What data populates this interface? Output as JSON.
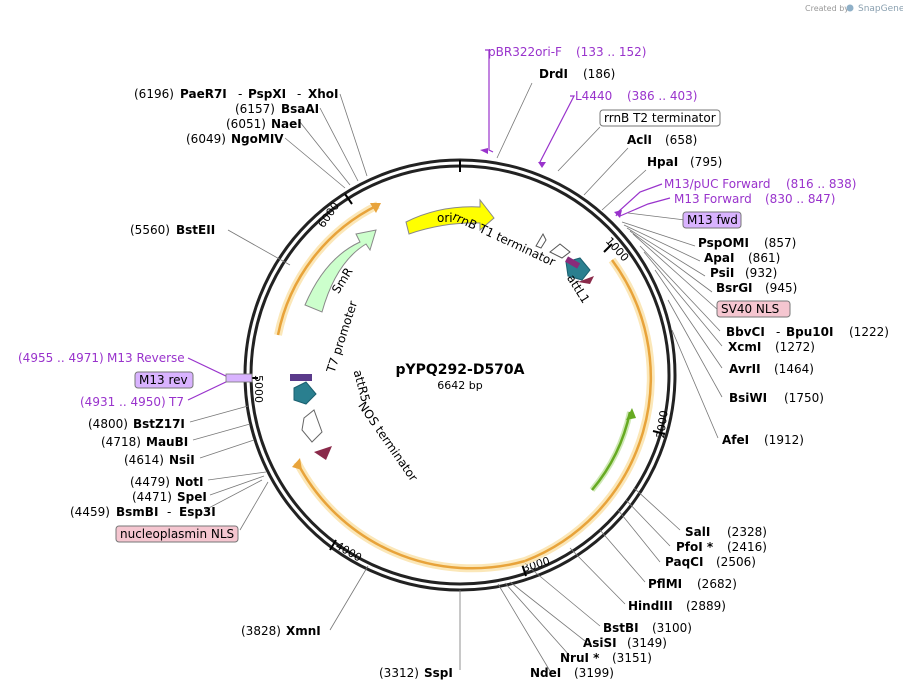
{
  "credit": {
    "created_by": "Created by",
    "brand": "SnapGene"
  },
  "plasmid": {
    "name": "pYPQ292-D570A",
    "size": "6642 bp"
  },
  "ticks": [
    "1000",
    "2000",
    "3000",
    "4000",
    "5000",
    "6000"
  ],
  "sites": {
    "drdi": {
      "name": "DrdI",
      "pos": "(186)"
    },
    "acli": {
      "name": "AclI",
      "pos": "(658)"
    },
    "hpai": {
      "name": "HpaI",
      "pos": "(795)"
    },
    "pspomi": {
      "name": "PspOMI",
      "pos": "(857)"
    },
    "apai": {
      "name": "ApaI",
      "pos": "(861)"
    },
    "psii": {
      "name": "PsiI",
      "pos": "(932)"
    },
    "bsrgi": {
      "name": "BsrGI",
      "pos": "(945)"
    },
    "bbvci": {
      "name": "BbvCI",
      "sep": "-",
      "name2": "Bpu10I",
      "pos": "(1222)"
    },
    "xcmi": {
      "name": "XcmI",
      "pos": "(1272)"
    },
    "avrii": {
      "name": "AvrII",
      "pos": "(1464)"
    },
    "bsiwi": {
      "name": "BsiWI",
      "pos": "(1750)"
    },
    "afei": {
      "name": "AfeI",
      "pos": "(1912)"
    },
    "sali": {
      "name": "SalI",
      "pos": "(2328)"
    },
    "pfoi": {
      "name": "PfoI *",
      "pos": "(2416)"
    },
    "paqci": {
      "name": "PaqCI",
      "pos": "(2506)"
    },
    "pflmi": {
      "name": "PflMI",
      "pos": "(2682)"
    },
    "hindiii": {
      "name": "HindIII",
      "pos": "(2889)"
    },
    "bstbi": {
      "name": "BstBI",
      "pos": "(3100)"
    },
    "asisi": {
      "name": "AsiSI",
      "pos": "(3149)"
    },
    "nrui": {
      "name": "NruI *",
      "pos": "(3151)"
    },
    "ndei": {
      "name": "NdeI",
      "pos": "(3199)"
    },
    "sspi": {
      "name": "SspI",
      "pos": "(3312)"
    },
    "xmni": {
      "name": "XmnI",
      "pos": "(3828)"
    },
    "bsmbi": {
      "name": "BsmBI",
      "sep": "-",
      "name2": "Esp3I",
      "pos": "(4459)"
    },
    "spei": {
      "name": "SpeI",
      "pos": "(4471)"
    },
    "noti": {
      "name": "NotI",
      "pos": "(4479)"
    },
    "nsii": {
      "name": "NsiI",
      "pos": "(4614)"
    },
    "maubi": {
      "name": "MauBI",
      "pos": "(4718)"
    },
    "bstz17i": {
      "name": "BstZ17I",
      "pos": "(4800)"
    },
    "bsteii": {
      "name": "BstEII",
      "pos": "(5560)"
    },
    "ngomiv": {
      "name": "NgoMIV",
      "pos": "(6049)"
    },
    "naei": {
      "name": "NaeI",
      "pos": "(6051)"
    },
    "bsaai": {
      "name": "BsaAI",
      "pos": "(6157)"
    },
    "paer7i": {
      "name": "PaeR7I",
      "sep": "-",
      "name2": "PspXI",
      "sep2": "-",
      "name3": "XhoI",
      "pos": "(6196)"
    }
  },
  "primers": {
    "pbr322": {
      "name": "pBR322ori-F",
      "range": "(133 .. 152)"
    },
    "l4440": {
      "name": "L4440",
      "range": "(386 .. 403)"
    },
    "m13puc": {
      "name": "M13/pUC Forward",
      "range": "(816 .. 838)"
    },
    "m13fwd": {
      "name": "M13 Forward",
      "range": "(830 .. 847)"
    },
    "m13rev": {
      "name": "M13 Reverse",
      "range": "(4955 .. 4971)"
    },
    "t7": {
      "name": "T7",
      "range": "(4931 .. 4950)"
    }
  },
  "boxes": {
    "rrnb_t2": "rrnB T2 terminator",
    "m13_fwd": "M13 fwd",
    "sv40": "SV40 NLS",
    "m13_rev": "M13 rev",
    "nucleoplasmin": "nucleoplasmin NLS"
  },
  "features": {
    "ori": "ori",
    "smr": "SmR",
    "rrnb_t1": "rrnB T1 terminator",
    "attl1": "attL1",
    "t7_promoter": "T7 promoter",
    "attr5": "attR5",
    "nos": "NOS terminator"
  },
  "colors": {
    "primer": "#9933cc",
    "ori": "#ffff00",
    "smr": "#ccffcc",
    "cds_orange": "#e8a33a",
    "cds_glow": "#fbe7b8",
    "inner_green": "#66aa22",
    "att_teal": "#2a7f8f",
    "nls_pink": "#f5c6d0",
    "m13_purple": "#d9b3ff",
    "nos_maroon": "#8a2a4a"
  }
}
